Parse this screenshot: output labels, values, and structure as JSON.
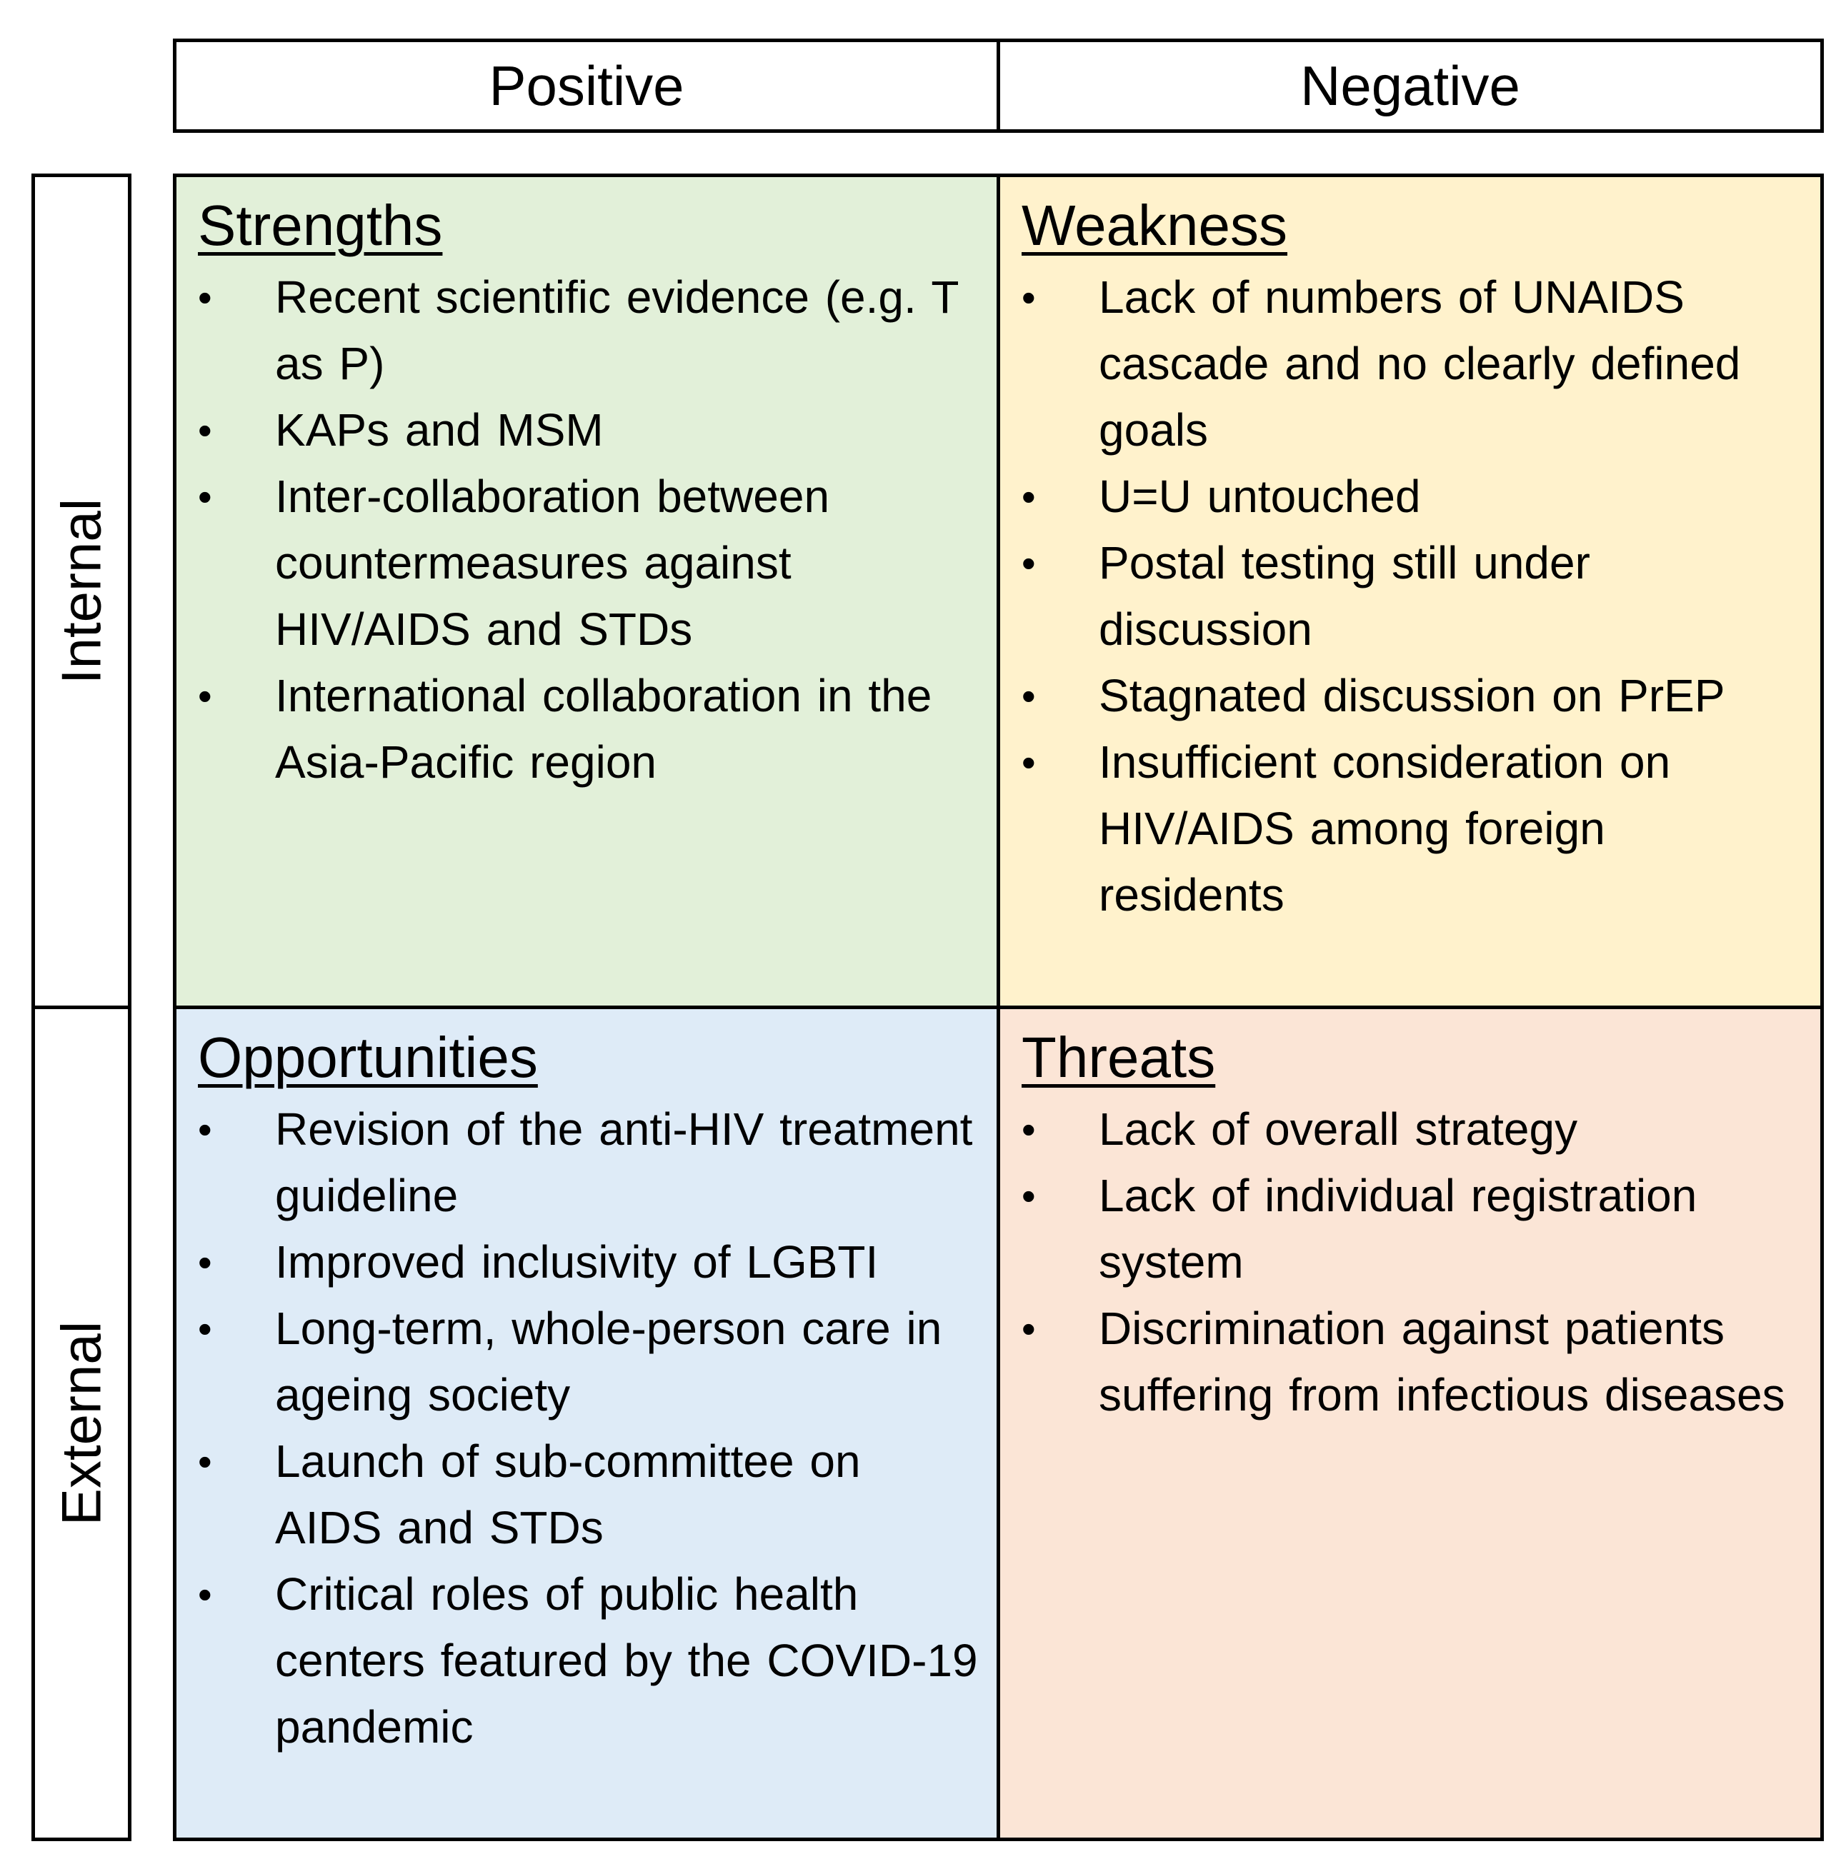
{
  "columns": {
    "positive": "Positive",
    "negative": "Negative"
  },
  "rows": {
    "internal": "Internal",
    "external": "External"
  },
  "quadrants": {
    "strengths": {
      "title": "Strengths",
      "items": [
        "Recent scientific evidence (e.g. T as P)",
        "KAPs and MSM",
        "Inter-collaboration between countermeasures against HIV/AIDS and STDs",
        "International collaboration in the Asia-Pacific region"
      ]
    },
    "weakness": {
      "title": "Weakness",
      "items": [
        "Lack of numbers of UNAIDS cascade and no clearly defined goals",
        "U=U untouched",
        "Postal testing still under discussion",
        "Stagnated discussion on PrEP",
        "Insufficient consideration on HIV/AIDS among foreign residents"
      ]
    },
    "opportunities": {
      "title": "Opportunities",
      "items": [
        "Revision of the anti-HIV treatment guideline",
        "Improved inclusivity of LGBTI",
        "Long-term, whole-person care in ageing society",
        "Launch of sub-committee on AIDS and STDs",
        "Critical roles of public health centers featured by the COVID-19 pandemic"
      ]
    },
    "threats": {
      "title": "Threats",
      "items": [
        "Lack of overall strategy",
        "Lack of individual registration system",
        "Discrimination against patients suffering from infectious diseases"
      ]
    }
  },
  "colors": {
    "strengths": "#e2f0d9",
    "weakness": "#fff2cc",
    "opportunities": "#deebf7",
    "threats": "#fbe5d6"
  }
}
